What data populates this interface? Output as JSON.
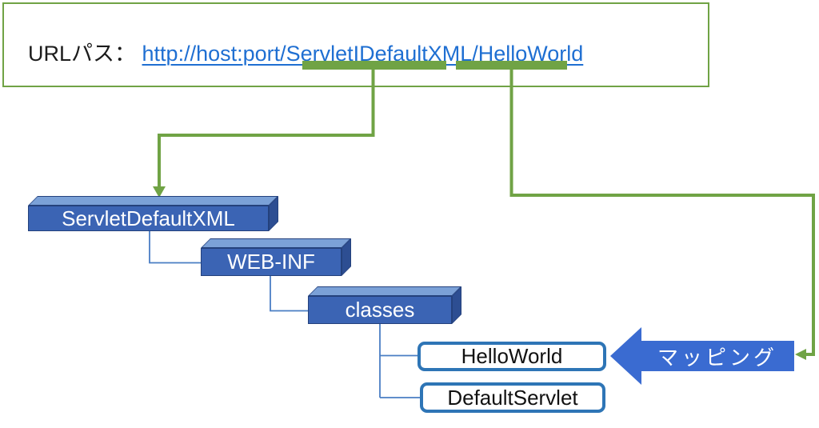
{
  "url_box": {
    "label": "URLパス：",
    "url_text": "http://host:port/ServletIDefaultXML/HelloWorld",
    "highlighted_segments": [
      "ServletIDefaultXML",
      "HelloWorld"
    ]
  },
  "folders": [
    {
      "label": "ServletDefaultXML"
    },
    {
      "label": "WEB-INF"
    },
    {
      "label": "classes"
    }
  ],
  "servlets": [
    {
      "label": "HelloWorld"
    },
    {
      "label": "DefaultServlet"
    }
  ],
  "mapping": {
    "label": "マッピング"
  },
  "colors": {
    "green": "#70a345",
    "link_blue": "#1f6fd2",
    "cube_front": "#3b64b4",
    "cube_top": "#7ba1d7",
    "cube_side": "#2d4e92",
    "file_border": "#2e75b6",
    "arrow_blue": "#3a6bd1",
    "connector_blue": "#4a7ec4"
  }
}
